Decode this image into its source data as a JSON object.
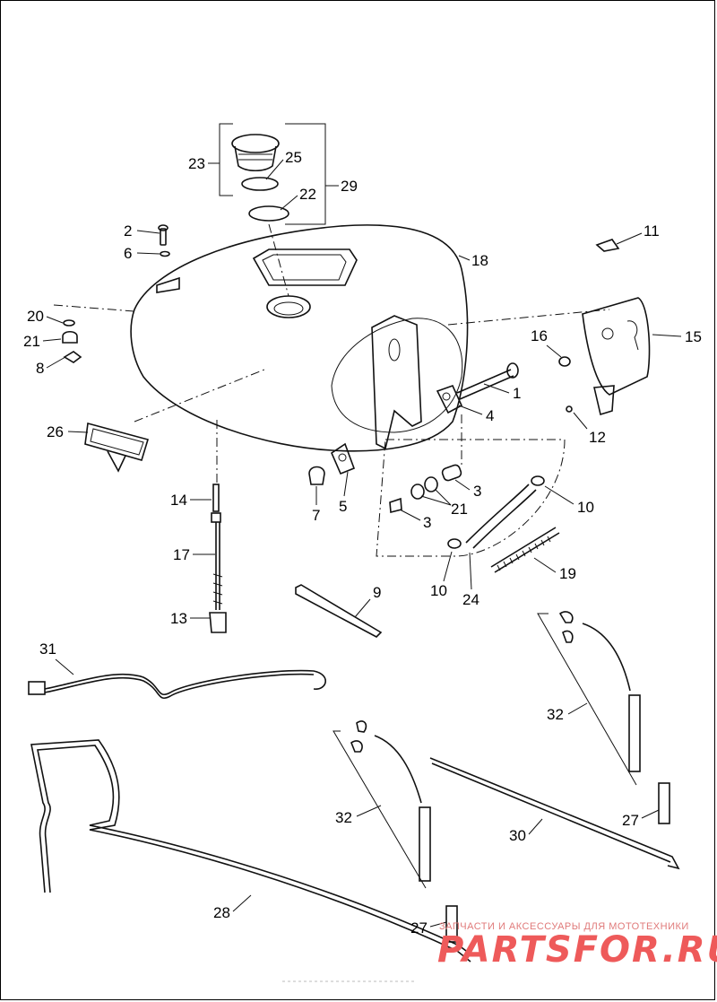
{
  "diagram": {
    "callouts": {
      "c1": "1",
      "c2": "2",
      "c3a": "3",
      "c3b": "3",
      "c4": "4",
      "c5": "5",
      "c6": "6",
      "c7": "7",
      "c8": "8",
      "c9": "9",
      "c10a": "10",
      "c10b": "10",
      "c11": "11",
      "c12": "12",
      "c13": "13",
      "c14": "14",
      "c15": "15",
      "c16": "16",
      "c17": "17",
      "c18": "18",
      "c19": "19",
      "c20": "20",
      "c21a": "21",
      "c21b": "21",
      "c22": "22",
      "c23": "23",
      "c24": "24",
      "c25": "25",
      "c26": "26",
      "c27a": "27",
      "c27b": "27",
      "c28": "28",
      "c29": "29",
      "c30": "30",
      "c31": "31",
      "c32a": "32",
      "c32b": "32"
    }
  },
  "watermark": {
    "tagline": "ЗАПЧАСТИ И АКСЕССУАРЫ ДЛЯ МОТОТЕХНИКИ",
    "logo": "PARTSFOR.RU"
  },
  "colors": {
    "line": "#111111",
    "watermark": "#ee5a5a"
  }
}
